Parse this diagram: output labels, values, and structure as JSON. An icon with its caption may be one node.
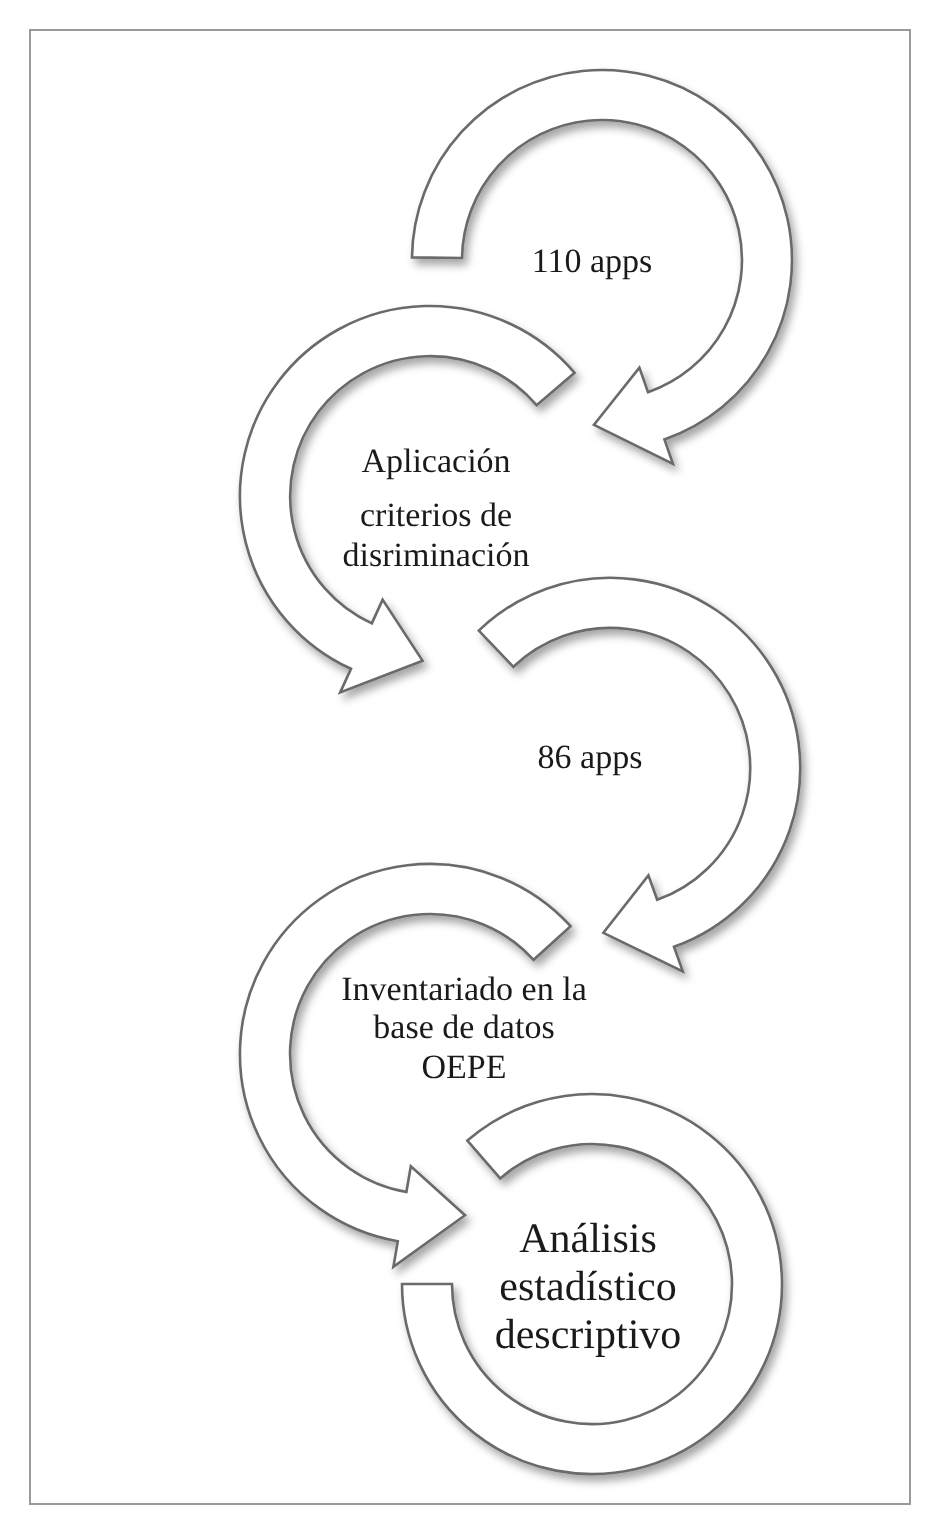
{
  "diagram": {
    "nodes": [
      {
        "text": [
          "110 apps"
        ]
      },
      {
        "text": [
          "Aplicación",
          "criterios de disriminación"
        ]
      },
      {
        "text": [
          "86 apps"
        ]
      },
      {
        "text": [
          "Inventariado en la base de datos OEPE"
        ]
      },
      {
        "text": [
          "Análisis estadístico descriptivo"
        ]
      }
    ],
    "edges": [
      {
        "from": 0,
        "to": 1,
        "arrow": "to"
      },
      {
        "from": 1,
        "to": 2,
        "arrow": "to"
      },
      {
        "from": 2,
        "to": 3,
        "arrow": "to"
      },
      {
        "from": 3,
        "to": 4,
        "arrow": "to"
      }
    ]
  }
}
